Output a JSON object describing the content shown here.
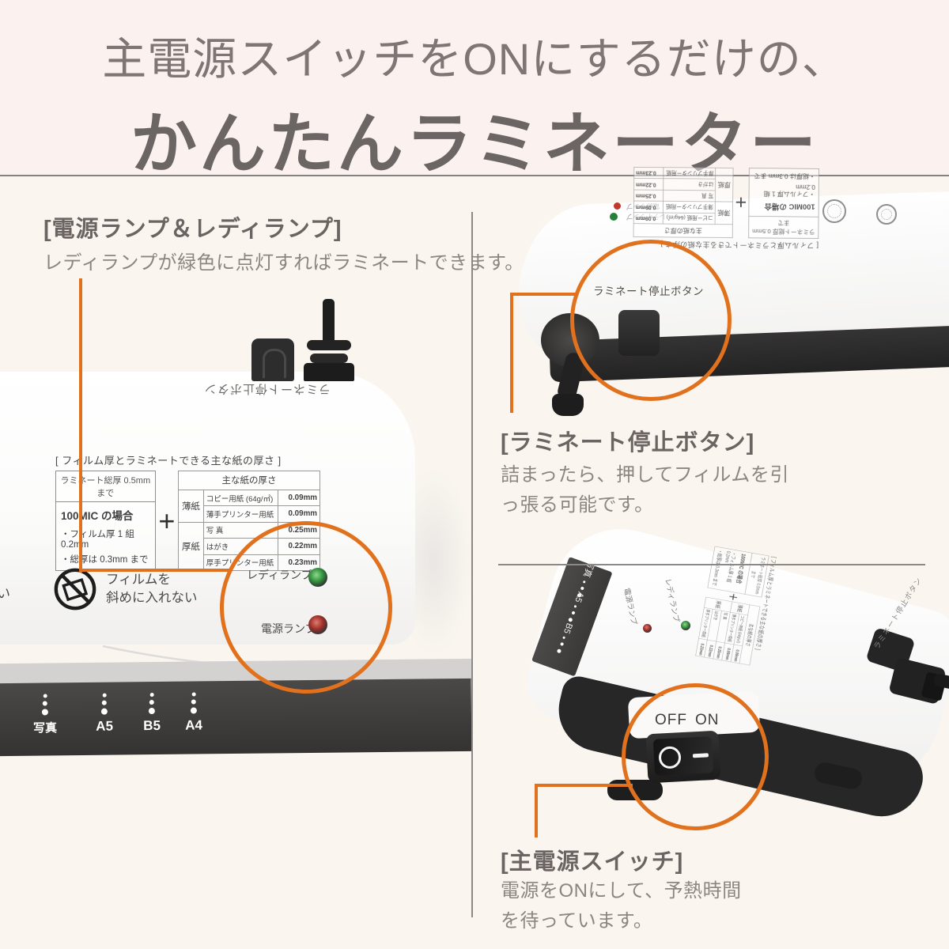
{
  "banner": {
    "line1": "主電源スイッチをONにするだけの、",
    "line2": "かんたんラミネーター"
  },
  "colors": {
    "accent": "#E2711D",
    "banner_bg": "#FBF1EE",
    "page_bg": "#FAF6EF",
    "dark_bar": "#3B3A3A",
    "ready_led": "#2F8F3B",
    "power_led": "#9E2F28"
  },
  "annotations": {
    "lamps": {
      "title": "[電源ランプ＆レディランプ]",
      "body": "レディランプが緑色に点灯すればラミネートできます。"
    },
    "stop": {
      "title": "[ラミネート停止ボタン]",
      "body1": "詰まったら、押してフィルムを引",
      "body2": "っ張る可能です。"
    },
    "switch": {
      "title": "[主電源スイッチ]",
      "body1": "電源をONにして、予熱時間",
      "body2": "を待っています。"
    }
  },
  "machine": {
    "stop_button_label": "ラミネート停止ボタン",
    "ready_lamp": "レディランプ",
    "power_lamp": "電源ランプ",
    "size_labels": [
      "写真",
      "A5",
      "B5",
      "A4"
    ],
    "no_diagonal1": "フィルムを",
    "no_diagonal2": "斜めに入れない",
    "edge_text": "い",
    "switch_off": "OFF",
    "switch_on": "ON",
    "print": {
      "caption": "[ フィルム厚とラミネートできる主な紙の厚さ ]",
      "film_header": "ラミネート総厚 0.5mm まで",
      "film_title": "100MIC の場合",
      "film_line1": "・フィルム厚 1 組 0.2mm",
      "film_line2": "・総厚は 0.3mm まで",
      "plus": "+",
      "paper_header": "主な紙の厚さ",
      "thin_label": "薄紙",
      "thick_label": "厚紙",
      "rows": [
        {
          "name": "コピー用紙 (64g/㎡)",
          "value": "0.09mm"
        },
        {
          "name": "薄手プリンター用紙",
          "value": "0.09mm"
        },
        {
          "name": "写 真",
          "value": "0.25mm"
        },
        {
          "name": "はがき",
          "value": "0.22mm"
        },
        {
          "name": "厚手プリンター用紙",
          "value": "0.23mm"
        }
      ]
    }
  }
}
